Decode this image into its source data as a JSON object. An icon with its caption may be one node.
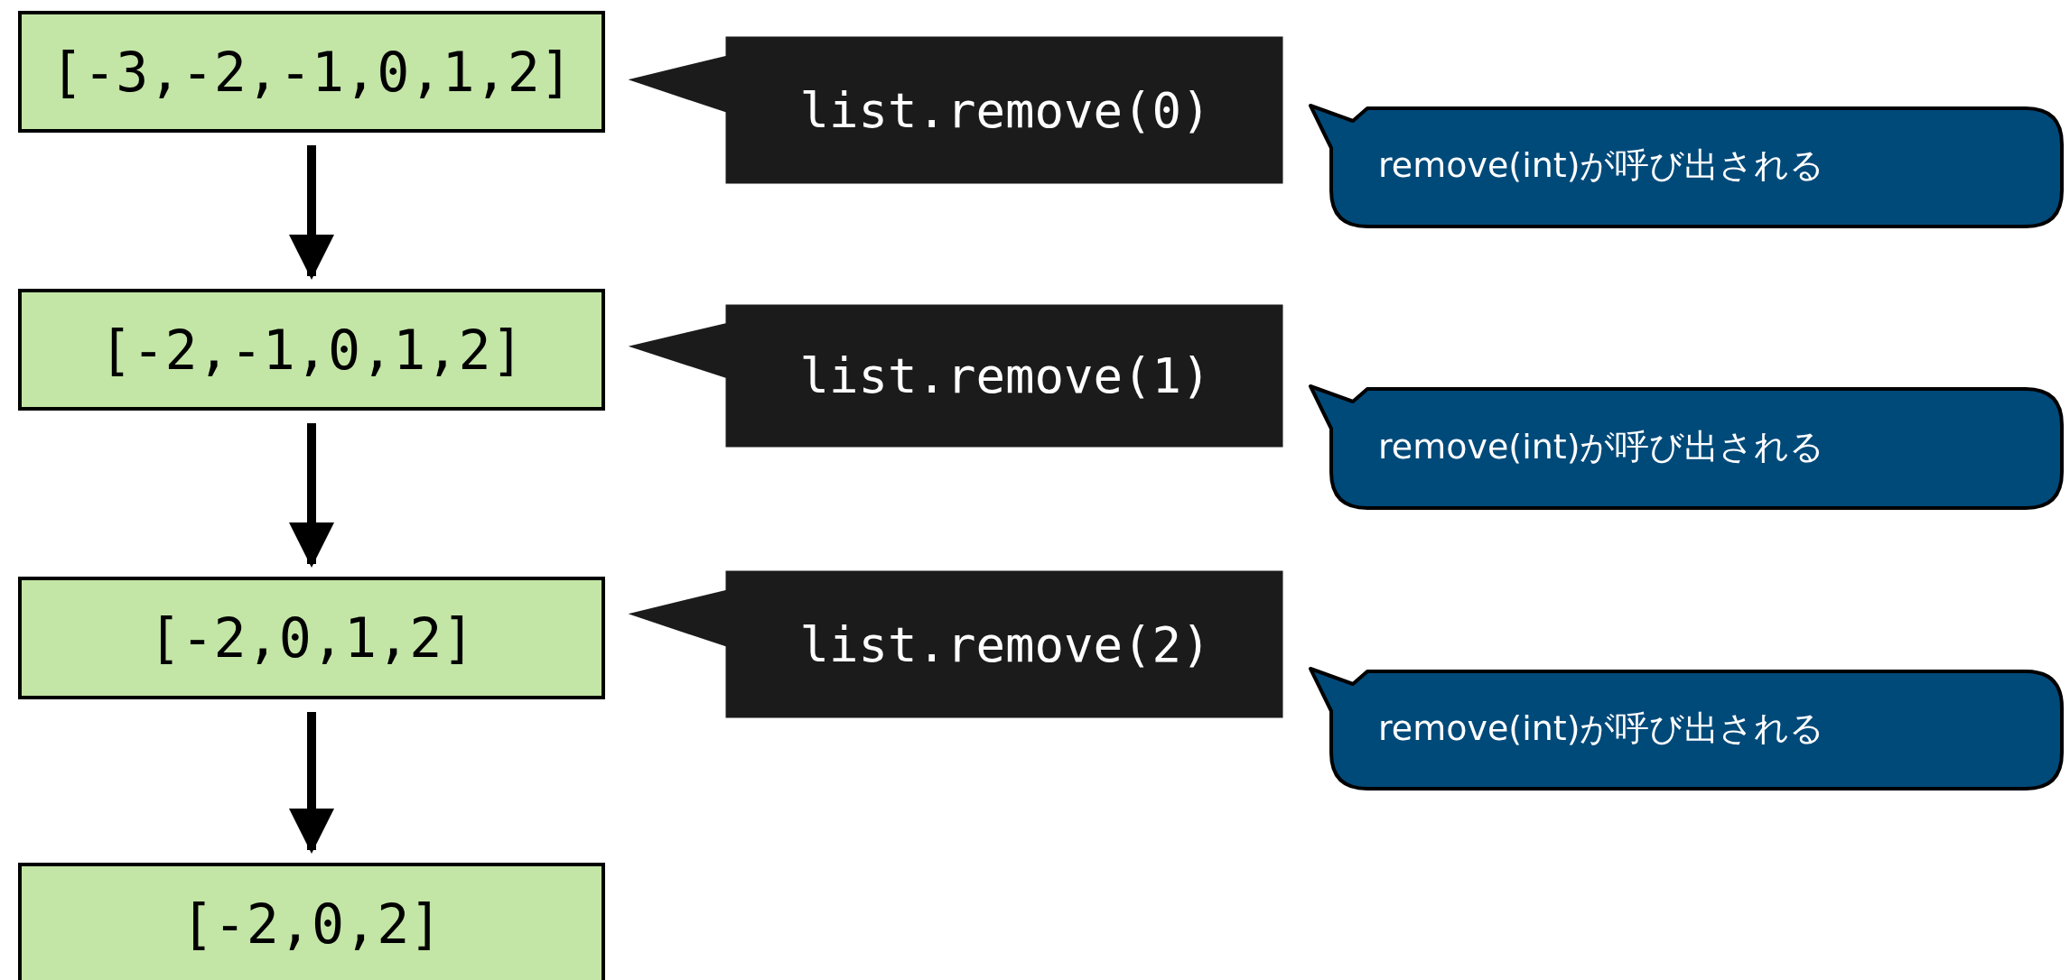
{
  "diagram": {
    "nodes": [
      {
        "text": [
          "[-3,-2,-1,0,1,2]"
        ]
      },
      {
        "text": [
          "[-2,-1,0,1,2]"
        ]
      },
      {
        "text": [
          "[-2,0,1,2]"
        ]
      },
      {
        "text": [
          "[-2,0,2]"
        ]
      },
      {
        "text": [
          "list.remove(0)"
        ]
      },
      {
        "text": [
          "list.remove(1)"
        ]
      },
      {
        "text": [
          "list.remove(2)"
        ]
      },
      {
        "text": [
          "remove(int)が呼び出される"
        ]
      },
      {
        "text": [
          "remove(int)が呼び出される"
        ]
      },
      {
        "text": [
          "remove(int)が呼び出される"
        ]
      }
    ],
    "edges": [
      {
        "from": 0,
        "to": 1,
        "arrow": "to"
      },
      {
        "from": 1,
        "to": 2,
        "arrow": "to"
      },
      {
        "from": 2,
        "to": 3,
        "arrow": "to"
      }
    ]
  }
}
